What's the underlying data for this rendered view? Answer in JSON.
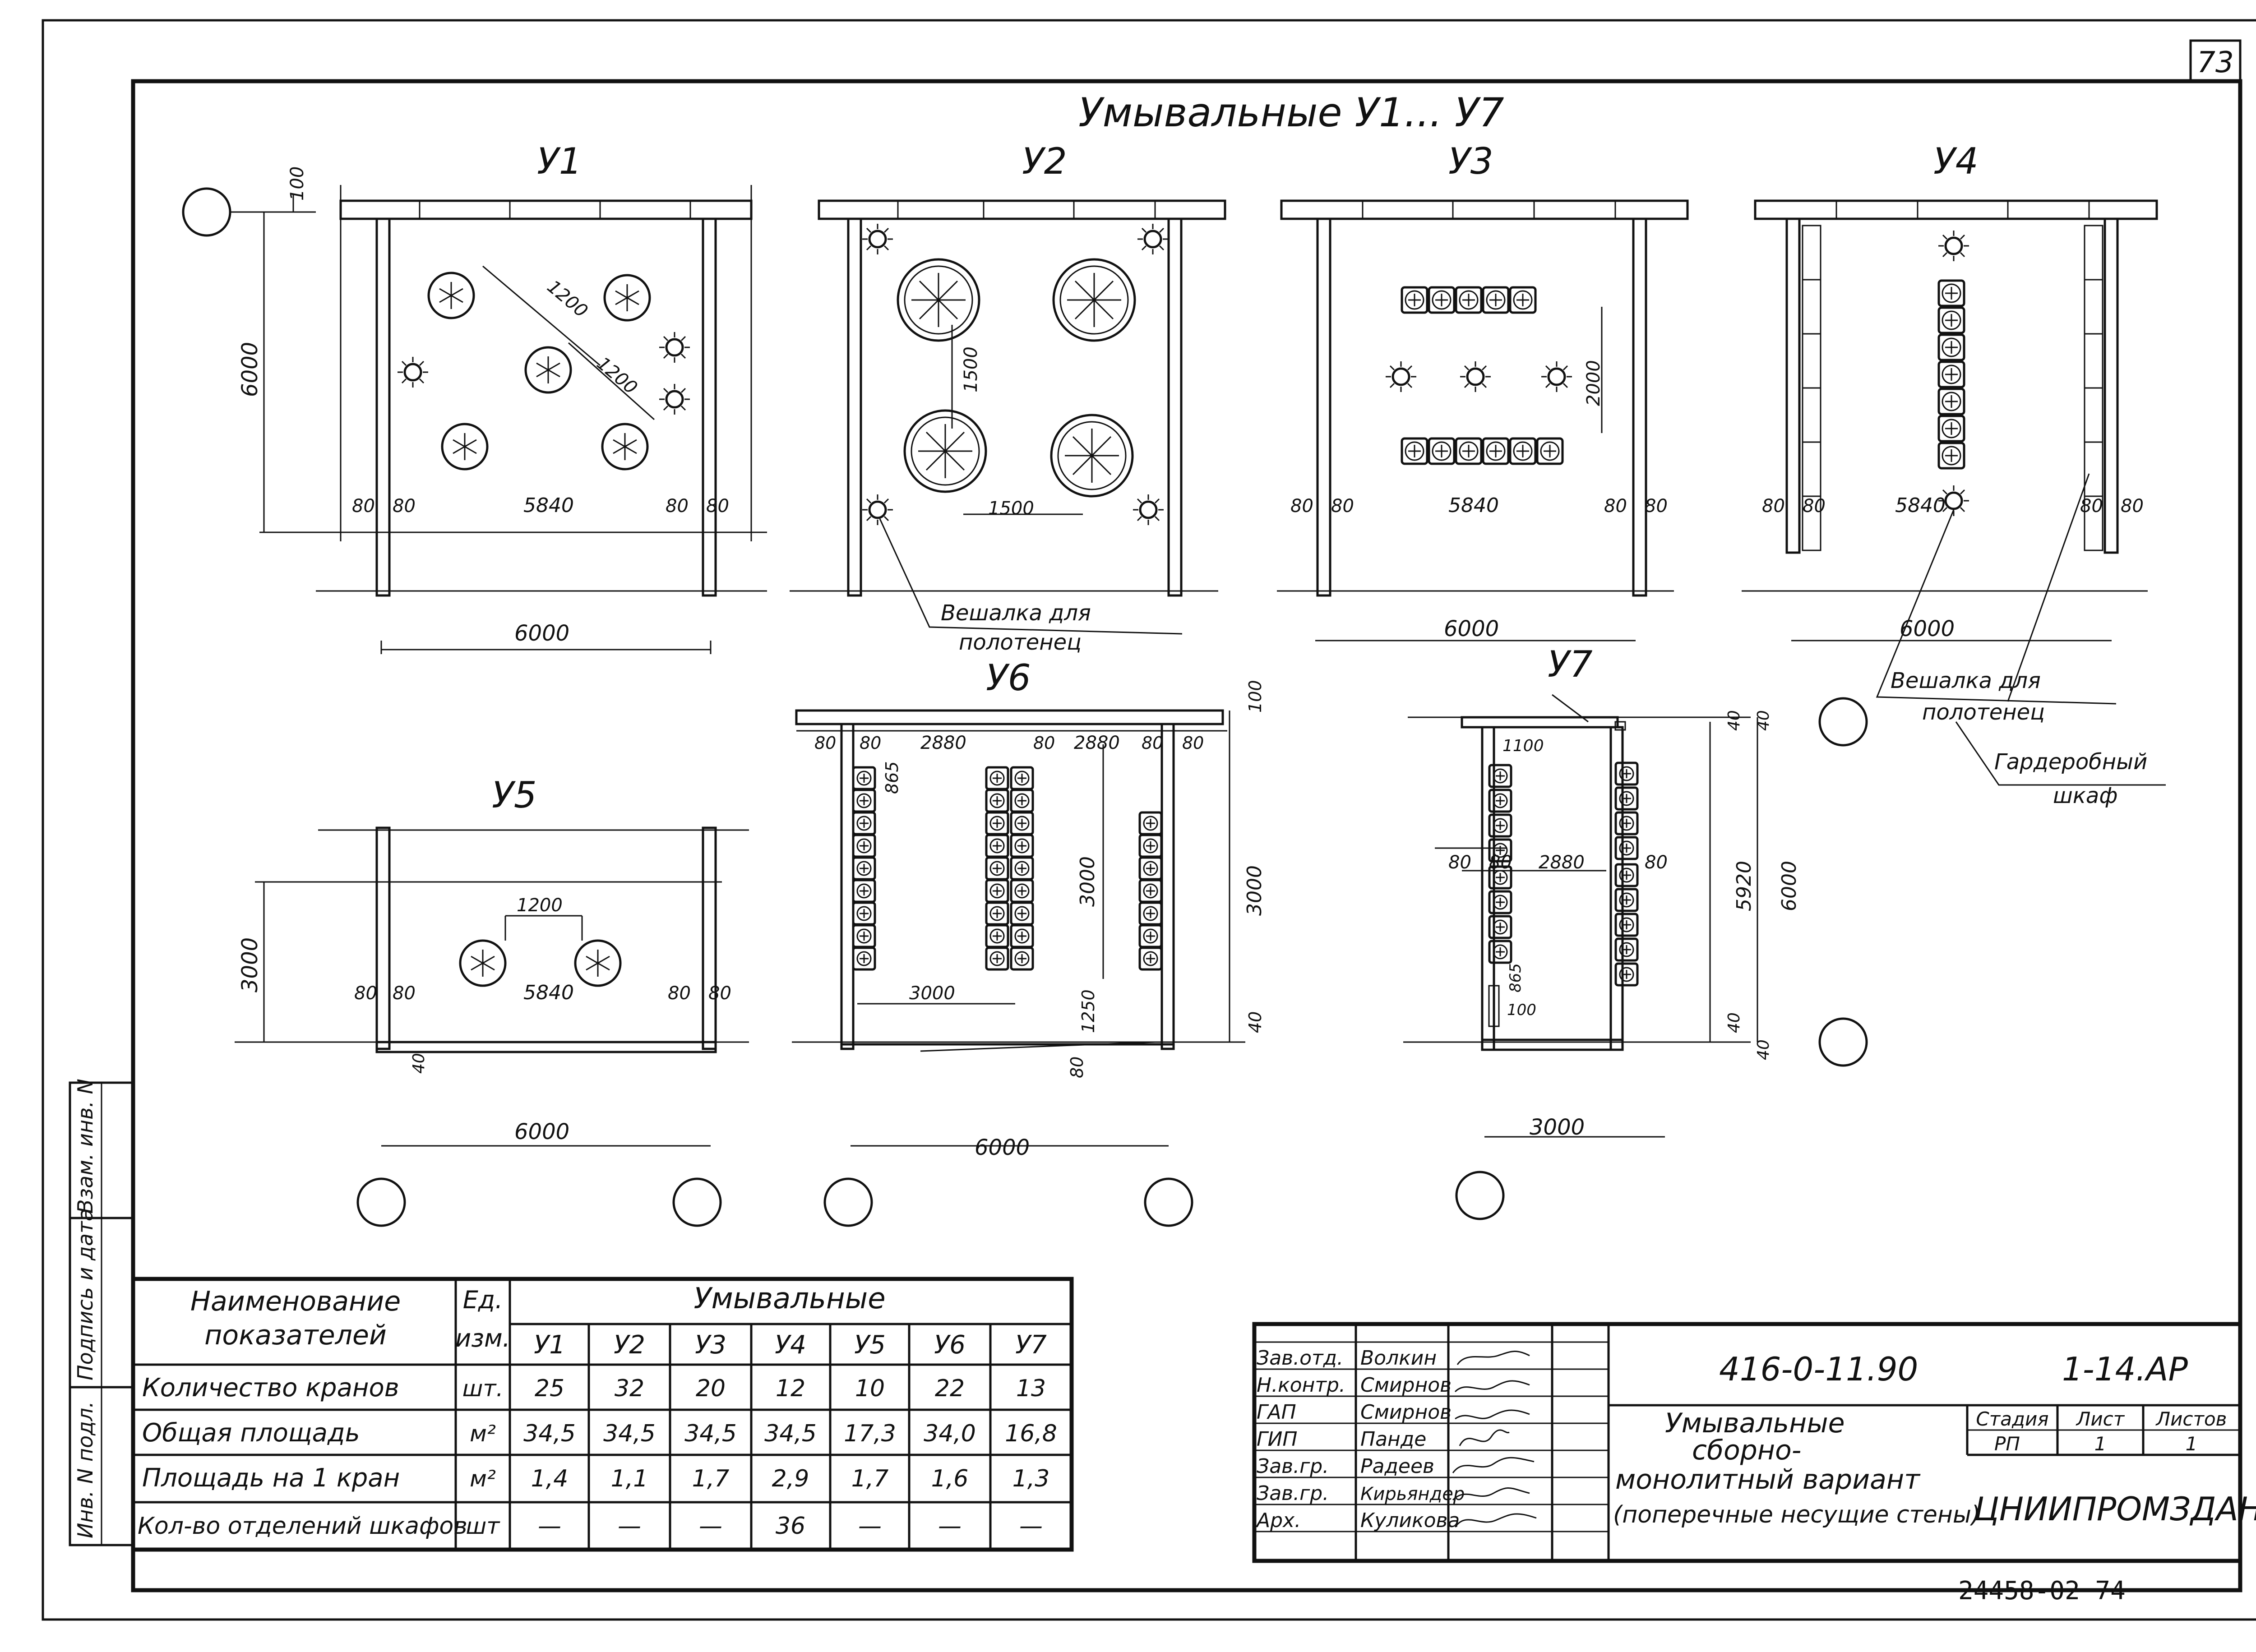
{
  "sheet": {
    "sheet_number": "73",
    "title": "Умывальные У1... У7",
    "copy_number": "24458-02  74"
  },
  "side_stamp": [
    "Инв. N подл.",
    "Подпись и дата",
    "Взам. инв. N"
  ],
  "plans": {
    "y1": {
      "label": "У1",
      "dims": [
        "100",
        "6000",
        "1200",
        "1200",
        "80",
        "80",
        "5840",
        "80",
        "80",
        "6000"
      ]
    },
    "y2": {
      "label": "У2",
      "dims": [
        "1500",
        "1500"
      ],
      "callout": [
        "Вешалка  для",
        "полотенец"
      ]
    },
    "y3": {
      "label": "У3",
      "dims": [
        "2000",
        "80",
        "80",
        "5840",
        "80",
        "80",
        "6000"
      ]
    },
    "y4": {
      "label": "У4",
      "dims": [
        "80",
        "80",
        "5840",
        "80",
        "80",
        "6000"
      ],
      "callout": [
        "Вешалка  для",
        "полотенец"
      ],
      "callout2": [
        "Гардеробный",
        "шкаф"
      ]
    },
    "y5": {
      "label": "У5",
      "dims": [
        "3000",
        "1200",
        "80",
        "80",
        "5840",
        "80",
        "80",
        "40",
        "6000"
      ]
    },
    "y6": {
      "label": "У6",
      "dims": [
        "80",
        "80",
        "2880",
        "80",
        "2880",
        "80",
        "80",
        "100",
        "865",
        "3000",
        "3000",
        "3000",
        "1250",
        "80",
        "40",
        "6000"
      ]
    },
    "y7": {
      "label": "У7",
      "dims": [
        "40",
        "40",
        "1100",
        "80",
        "80",
        "2880",
        "80",
        "5920",
        "6000",
        "865",
        "100",
        "40",
        "40",
        "3000"
      ]
    }
  },
  "table": {
    "header_name": [
      "Наименование",
      "показателей"
    ],
    "header_unit": [
      "Ед.",
      "изм."
    ],
    "group_header": "Умывальные",
    "columns": [
      "У1",
      "У2",
      "У3",
      "У4",
      "У5",
      "У6",
      "У7"
    ],
    "rows": [
      {
        "name": "Количество кранов",
        "unit": "шт.",
        "values": [
          "25",
          "32",
          "20",
          "12",
          "10",
          "22",
          "13"
        ]
      },
      {
        "name": "Общая   площадь",
        "unit": "м²",
        "values": [
          "34,5",
          "34,5",
          "34,5",
          "34,5",
          "17,3",
          "34,0",
          "16,8"
        ]
      },
      {
        "name": "Площадь на 1 кран",
        "unit": "м²",
        "values": [
          "1,4",
          "1,1",
          "1,7",
          "2,9",
          "1,7",
          "1,6",
          "1,3"
        ]
      },
      {
        "name": "Кол-во отделений шкафов",
        "unit": "шт",
        "values": [
          "—",
          "—",
          "—",
          "36",
          "—",
          "—",
          "—"
        ]
      }
    ]
  },
  "title_block": {
    "signatures": [
      {
        "role": "Зав.отд.",
        "name": "Волкин"
      },
      {
        "role": "Н.контр.",
        "name": "Смирнов"
      },
      {
        "role": "ГАП",
        "name": "Смирнов"
      },
      {
        "role": "ГИП",
        "name": "Панде"
      },
      {
        "role": "Зав.гр.",
        "name": "Радеев"
      },
      {
        "role": "Зав.гр.",
        "name": "Кирьяндер"
      },
      {
        "role": "Арх.",
        "name": "Куликова"
      }
    ],
    "doc_code": "416-0-11.90",
    "sheet_code": "1-14.АР",
    "description": [
      "Умывальные",
      "сборно-",
      "монолитный   вариант",
      "(поперечные несущие стены)"
    ],
    "stage_header": "Стадия",
    "sheet_header": "Лист",
    "sheets_header": "Листов",
    "stage": "РП",
    "sheet": "1",
    "sheets": "1",
    "organization": "ЦНИИПРОМЗДАНИЙ"
  }
}
